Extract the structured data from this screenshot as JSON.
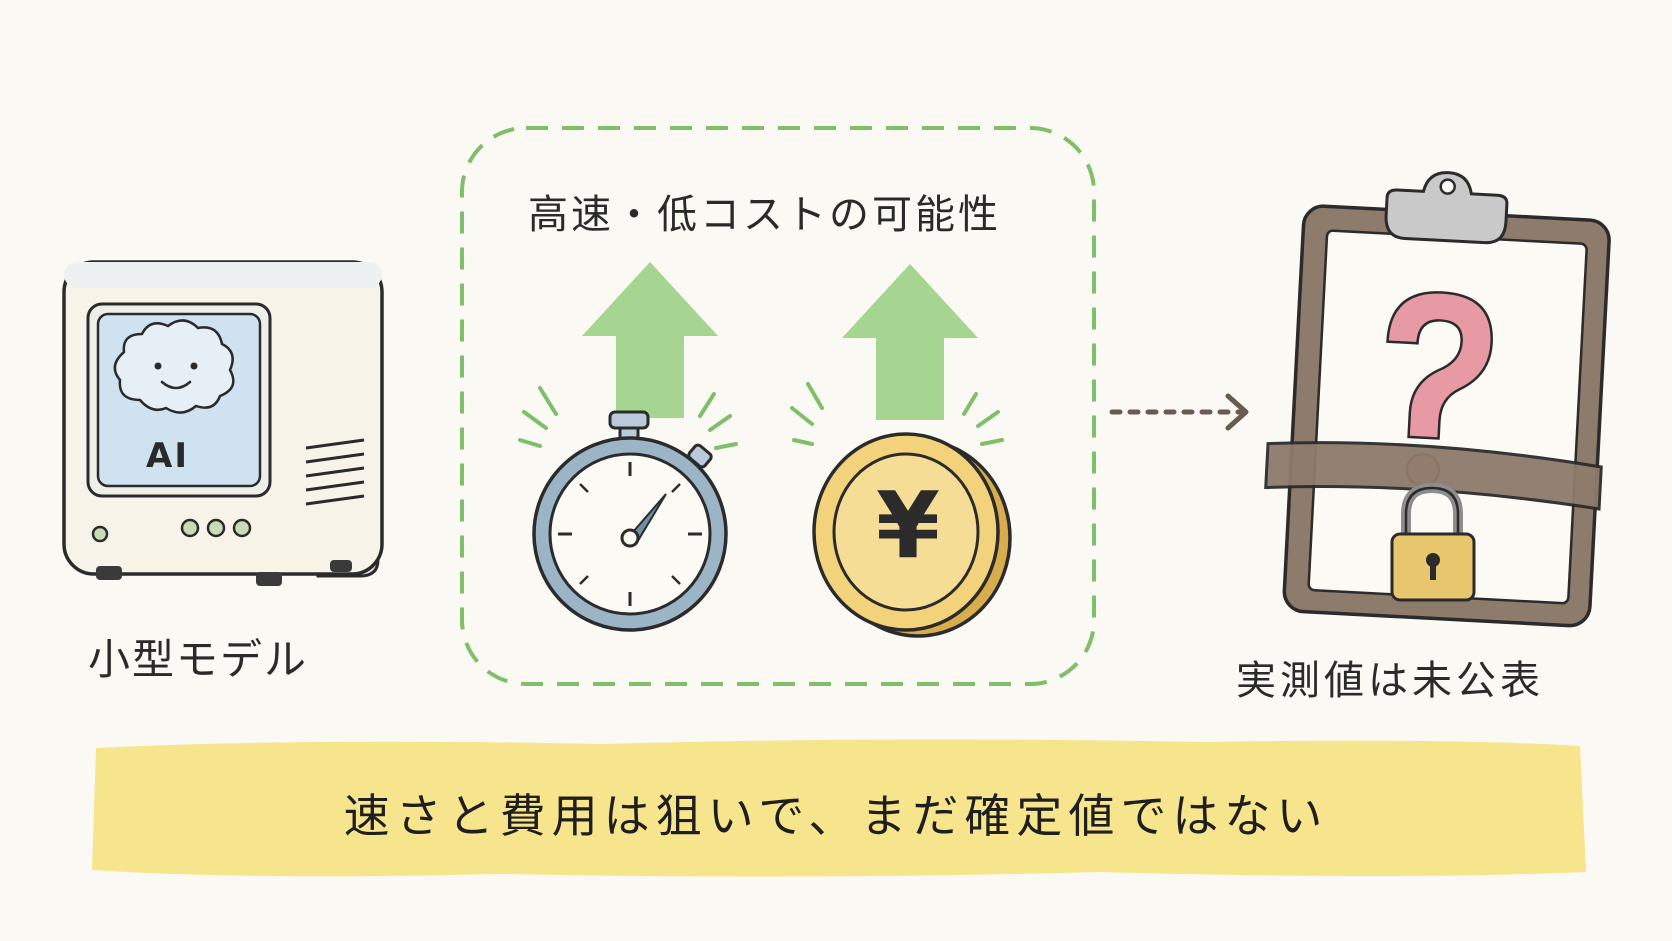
{
  "labels": {
    "small_model": "小型モデル",
    "potential": "高速・低コストの可能性",
    "unpublished": "実測値は未公表",
    "screen_text": "AI"
  },
  "banner": {
    "text": "速さと費用は狙いで、まだ確定値ではない"
  },
  "coin": {
    "symbol": "¥"
  },
  "clipboard": {
    "symbol": "?"
  },
  "colors": {
    "background": "#fbf9f3",
    "arrow_green": "#9ccf86",
    "dashed_border": "#7fbf6a",
    "banner_yellow": "#f6e27a",
    "question_pink": "#e89aa4",
    "coin_gold": "#f2d27a",
    "screen_blue": "#cfe2f0",
    "clipboard_brown": "#8d7b6c",
    "stopwatch_blue": "#6e8ea6"
  },
  "icons": [
    "computer-icon",
    "cloud-face-icon",
    "stopwatch-icon",
    "yen-coin-icon",
    "up-arrow-icon",
    "dotted-arrow-icon",
    "clipboard-icon",
    "question-mark-icon",
    "padlock-icon"
  ]
}
